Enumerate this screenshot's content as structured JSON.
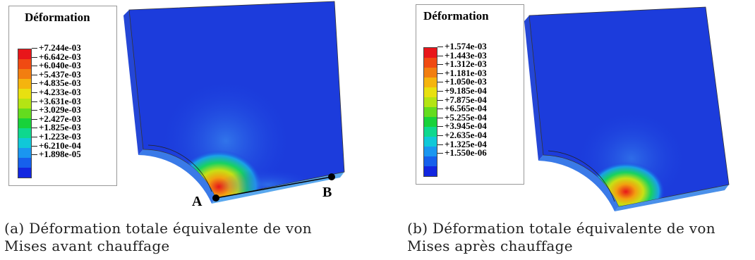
{
  "panel_a": {
    "legend_title": "Déformation",
    "legend_values": [
      "+7.244e-03",
      "+6.642e-03",
      "+6.040e-03",
      "+5.437e-03",
      "+4.835e-03",
      "+4.233e-03",
      "+3.631e-03",
      "+3.029e-03",
      "+2.427e-03",
      "+1.825e-03",
      "+1.223e-03",
      "+6.210e-04",
      "+1.898e-05"
    ],
    "point_a": "A",
    "point_b": "B",
    "caption_line1": "(a) Déformation totale équivalente de von",
    "caption_line2": "Mises avant chauffage"
  },
  "panel_b": {
    "legend_title": "Déformation",
    "legend_values": [
      "+1.574e-03",
      "+1.443e-03",
      "+1.312e-03",
      "+1.181e-03",
      "+1.050e-03",
      "+9.185e-04",
      "+7.875e-04",
      "+6.565e-04",
      "+5.255e-04",
      "+3.945e-04",
      "+2.635e-04",
      "+1.325e-04",
      "+1.550e-06"
    ],
    "caption_line1": "(b) Déformation totale équivalente de von",
    "caption_line2": "Mises après chauffage"
  },
  "colors": {
    "scale": [
      "#e8161a",
      "#f04a12",
      "#f27e10",
      "#f5b40e",
      "#e8e010",
      "#b4e414",
      "#64dc1e",
      "#18d23a",
      "#0ed88e",
      "#10c8d8",
      "#1a96f0",
      "#1660ec",
      "#1226e0"
    ]
  }
}
